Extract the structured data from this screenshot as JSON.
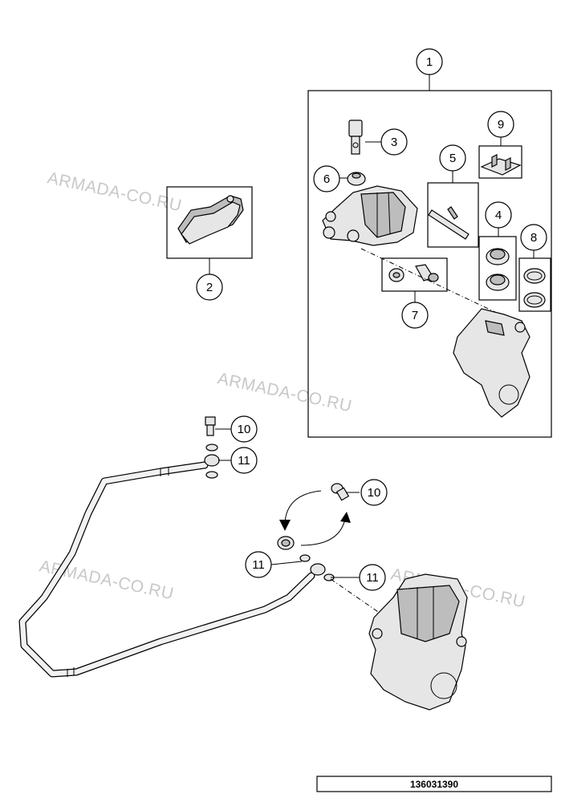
{
  "diagram": {
    "part_code": "136031390",
    "watermark_text": "ARMADA-CO.RU",
    "callouts": [
      {
        "id": "c1",
        "label": "1"
      },
      {
        "id": "c2",
        "label": "2"
      },
      {
        "id": "c3",
        "label": "3"
      },
      {
        "id": "c4",
        "label": "4"
      },
      {
        "id": "c5",
        "label": "5"
      },
      {
        "id": "c6",
        "label": "6"
      },
      {
        "id": "c7",
        "label": "7"
      },
      {
        "id": "c8",
        "label": "8"
      },
      {
        "id": "c9",
        "label": "9"
      },
      {
        "id": "c10a",
        "label": "10"
      },
      {
        "id": "c10b",
        "label": "10"
      },
      {
        "id": "c11a",
        "label": "11"
      },
      {
        "id": "c11b",
        "label": "11"
      },
      {
        "id": "c11c",
        "label": "11"
      }
    ]
  }
}
